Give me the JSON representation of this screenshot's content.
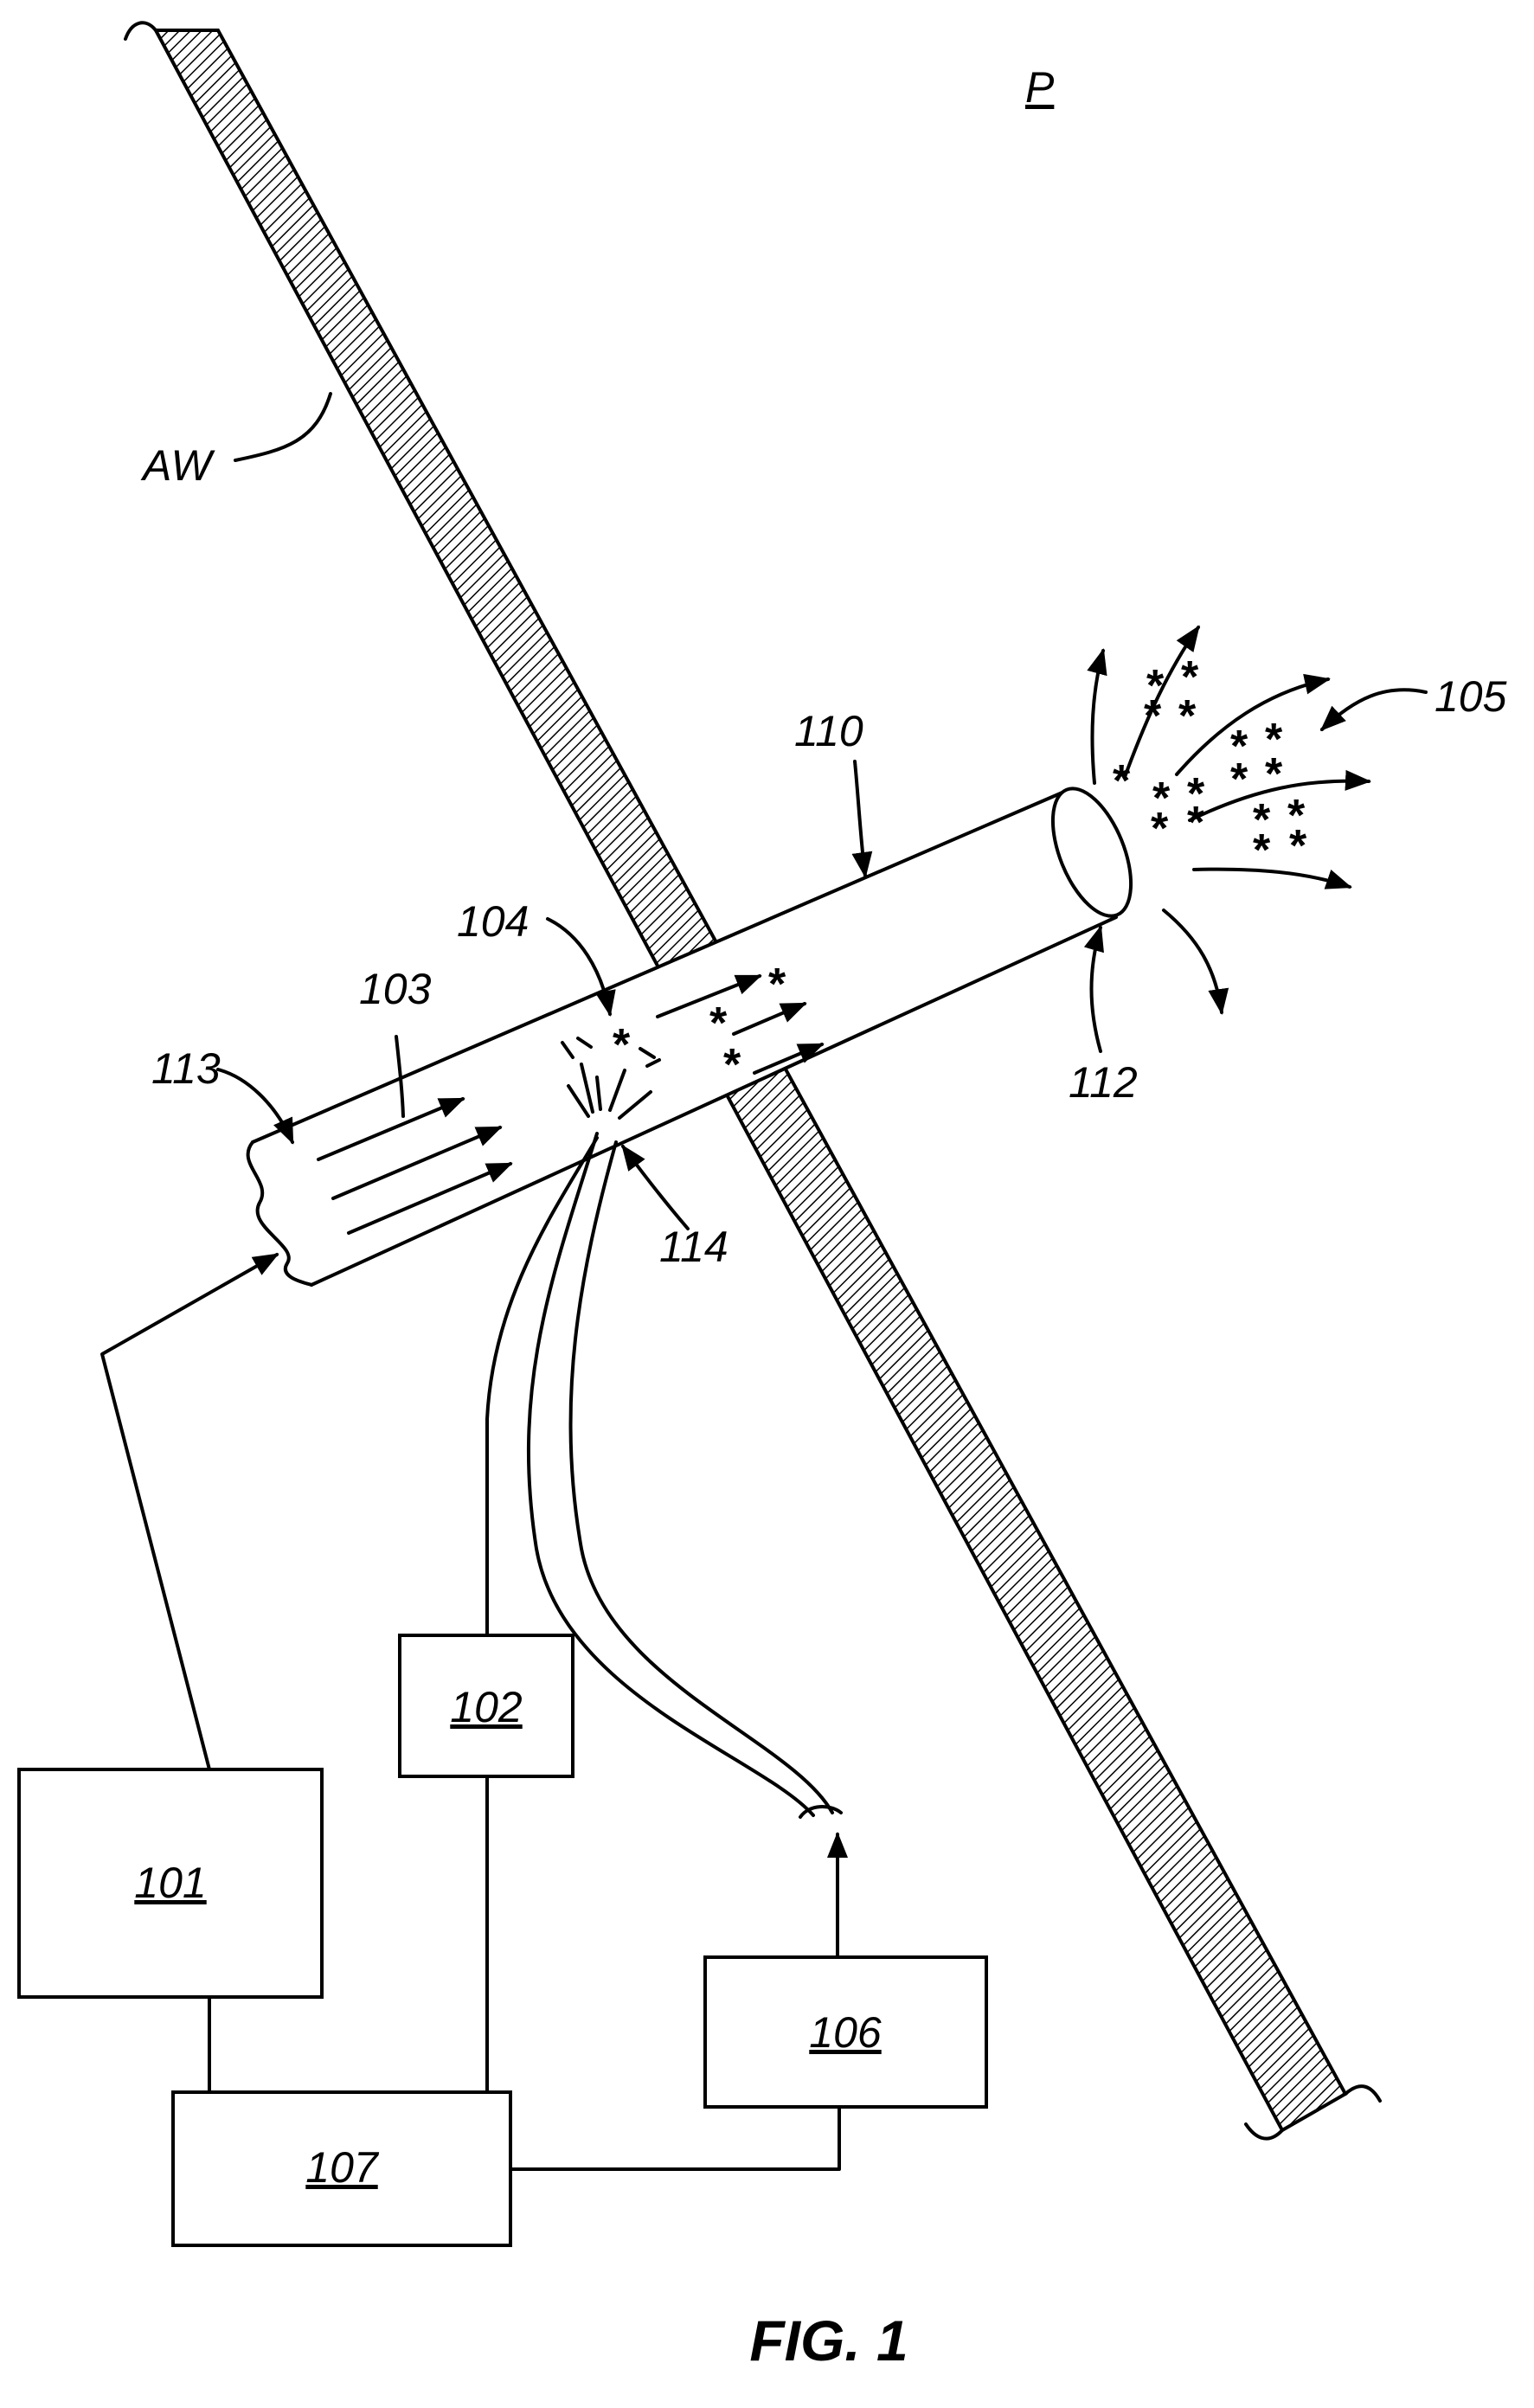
{
  "figure": {
    "title": "FIG. 1",
    "region_label": "P",
    "airway_wall_label": "AW",
    "refs": {
      "r103": "103",
      "r104": "104",
      "r105": "105",
      "r110": "110",
      "r112": "112",
      "r113": "113",
      "r114": "114"
    },
    "boxes": {
      "b101": "101",
      "b102": "102",
      "b106": "106",
      "b107": "107"
    },
    "particle_symbol": "*"
  }
}
